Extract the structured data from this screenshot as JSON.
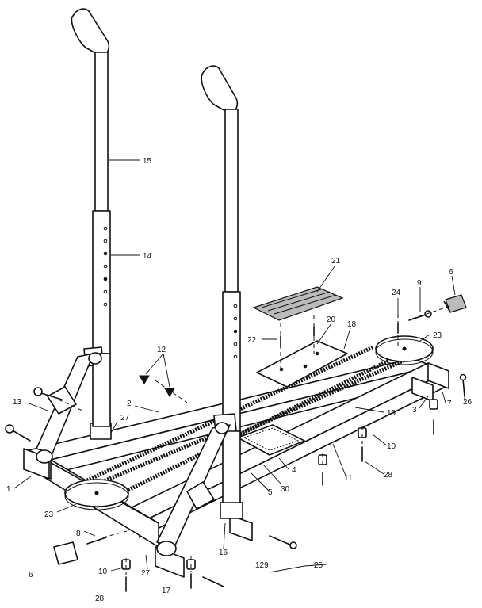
{
  "callouts": [
    {
      "label": "15",
      "name": "callout-15"
    },
    {
      "label": "14",
      "name": "callout-14"
    },
    {
      "label": "21",
      "name": "callout-21"
    },
    {
      "label": "6",
      "name": "callout-6-top"
    },
    {
      "label": "9",
      "name": "callout-9"
    },
    {
      "label": "24",
      "name": "callout-24"
    },
    {
      "label": "12",
      "name": "callout-12"
    },
    {
      "label": "22",
      "name": "callout-22"
    },
    {
      "label": "20",
      "name": "callout-20"
    },
    {
      "label": "18",
      "name": "callout-18"
    },
    {
      "label": "23",
      "name": "callout-23-right"
    },
    {
      "label": "13",
      "name": "callout-13"
    },
    {
      "label": "2",
      "name": "callout-2"
    },
    {
      "label": "27",
      "name": "callout-27-upper"
    },
    {
      "label": "26",
      "name": "callout-26"
    },
    {
      "label": "3",
      "name": "callout-3"
    },
    {
      "label": "7",
      "name": "callout-7"
    },
    {
      "label": "19",
      "name": "callout-19"
    },
    {
      "label": "1",
      "name": "callout-1"
    },
    {
      "label": "4",
      "name": "callout-4"
    },
    {
      "label": "30",
      "name": "callout-30"
    },
    {
      "label": "10",
      "name": "callout-10-right"
    },
    {
      "label": "5",
      "name": "callout-5"
    },
    {
      "label": "11",
      "name": "callout-11"
    },
    {
      "label": "28",
      "name": "callout-28-right"
    },
    {
      "label": "23",
      "name": "callout-23-left"
    },
    {
      "label": "8",
      "name": "callout-8"
    },
    {
      "label": "16",
      "name": "callout-16"
    },
    {
      "label": "6",
      "name": "callout-6-bottom"
    },
    {
      "label": "10",
      "name": "callout-10-left"
    },
    {
      "label": "27",
      "name": "callout-27-lower"
    },
    {
      "label": "129",
      "name": "callout-129"
    },
    {
      "label": "25",
      "name": "callout-25"
    },
    {
      "label": "17",
      "name": "callout-17"
    },
    {
      "label": "28",
      "name": "callout-28-left"
    }
  ]
}
